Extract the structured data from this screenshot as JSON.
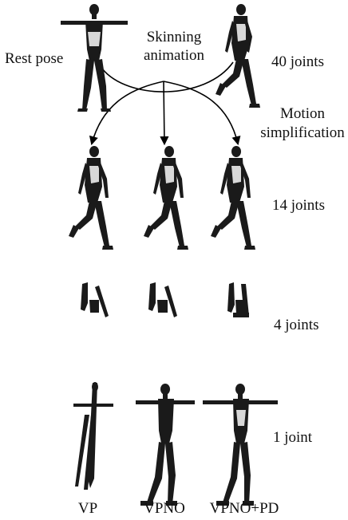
{
  "labels": {
    "rest_pose": "Rest pose",
    "skinning_line1": "Skinning",
    "skinning_line2": "animation",
    "joints_40": "40 joints",
    "motion_line1": "Motion",
    "motion_line2": "simplification",
    "joints_14": "14 joints",
    "joints_4": "4 joints",
    "joint_1": "1 joint"
  },
  "methods": [
    "VP",
    "VPNO",
    "VPNO+PD"
  ],
  "colors": {
    "figure": "#1a1a1a",
    "highlight": "#d8d8d8",
    "arrow": "#000000"
  }
}
